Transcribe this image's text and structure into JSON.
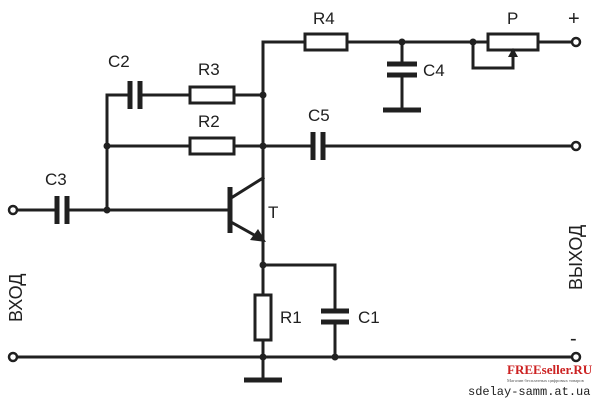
{
  "labels": {
    "c2": "C2",
    "r3": "R3",
    "r4": "R4",
    "p": "P",
    "c4": "C4",
    "r2": "R2",
    "c5": "C5",
    "c3": "C3",
    "t": "T",
    "r1": "R1",
    "c1": "C1"
  },
  "terminals": {
    "plus": "+",
    "minus": "-",
    "input": "ВХОД",
    "output": "ВЫХОД"
  },
  "watermark": {
    "logo": "FREEseller.RU",
    "tagline": "Магазин бесплатных цифровых товаров",
    "site": "sdelay-samm.at.ua"
  },
  "colors": {
    "ink": "#202020",
    "logo_red": "#cc2222"
  }
}
